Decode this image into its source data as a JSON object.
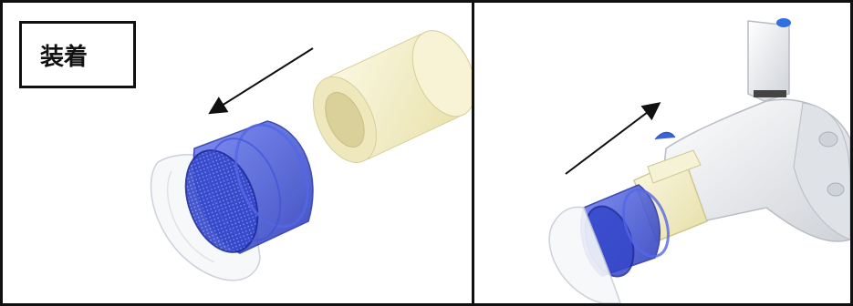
{
  "left_panel": {
    "label": "装着"
  },
  "colors": {
    "border": "#111111",
    "filter_blue": "#3a4fd6",
    "sleeve_cream": "#f4f0c8",
    "device_white": "#f2f2f2",
    "cap_blue": "#2f6fe0"
  },
  "icons": {
    "left_arrow": "arrow-down-left",
    "right_arrow": "arrow-up-right"
  }
}
